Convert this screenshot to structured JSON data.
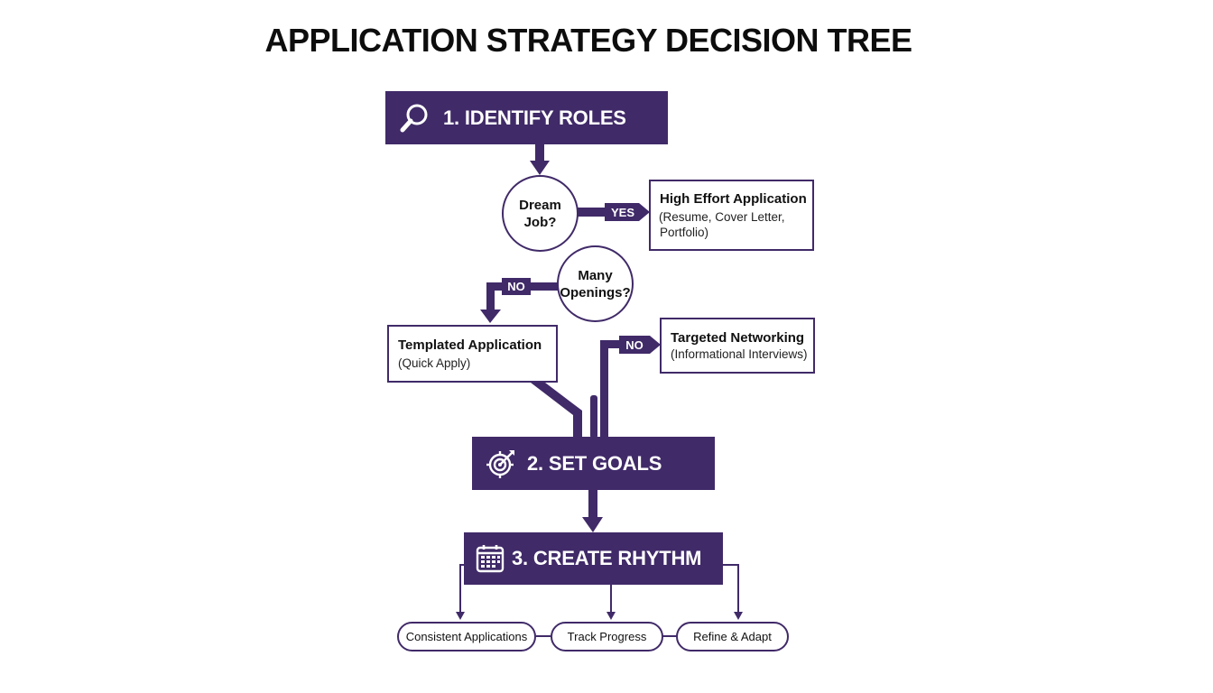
{
  "title": "APPLICATION STRATEGY DECISION TREE",
  "colors": {
    "primary": "#402a68",
    "text": "#111111",
    "background": "#ffffff"
  },
  "stages": [
    {
      "label": "1. IDENTIFY ROLES",
      "icon": "magnifier-icon"
    },
    {
      "label": "2. SET GOALS",
      "icon": "target-icon"
    },
    {
      "label": "3. CREATE RHYTHM",
      "icon": "calendar-icon"
    }
  ],
  "decisions": [
    {
      "line1": "Dream",
      "line2": "Job?"
    },
    {
      "line1": "Many",
      "line2": "Openings?"
    }
  ],
  "branch_labels": {
    "yes": "YES",
    "no_left": "NO",
    "no_right": "NO"
  },
  "outcomes": {
    "high_effort": {
      "title": "High Effort Application",
      "detail1": "(Resume, Cover Letter,",
      "detail2": "Portfolio)"
    },
    "templated": {
      "title": "Templated Application",
      "detail": "(Quick Apply)"
    },
    "networking": {
      "title": "Targeted Networking",
      "detail": "(Informational Interviews)"
    }
  },
  "rhythm_items": [
    "Consistent Applications",
    "Track Progress",
    "Refine & Adapt"
  ]
}
